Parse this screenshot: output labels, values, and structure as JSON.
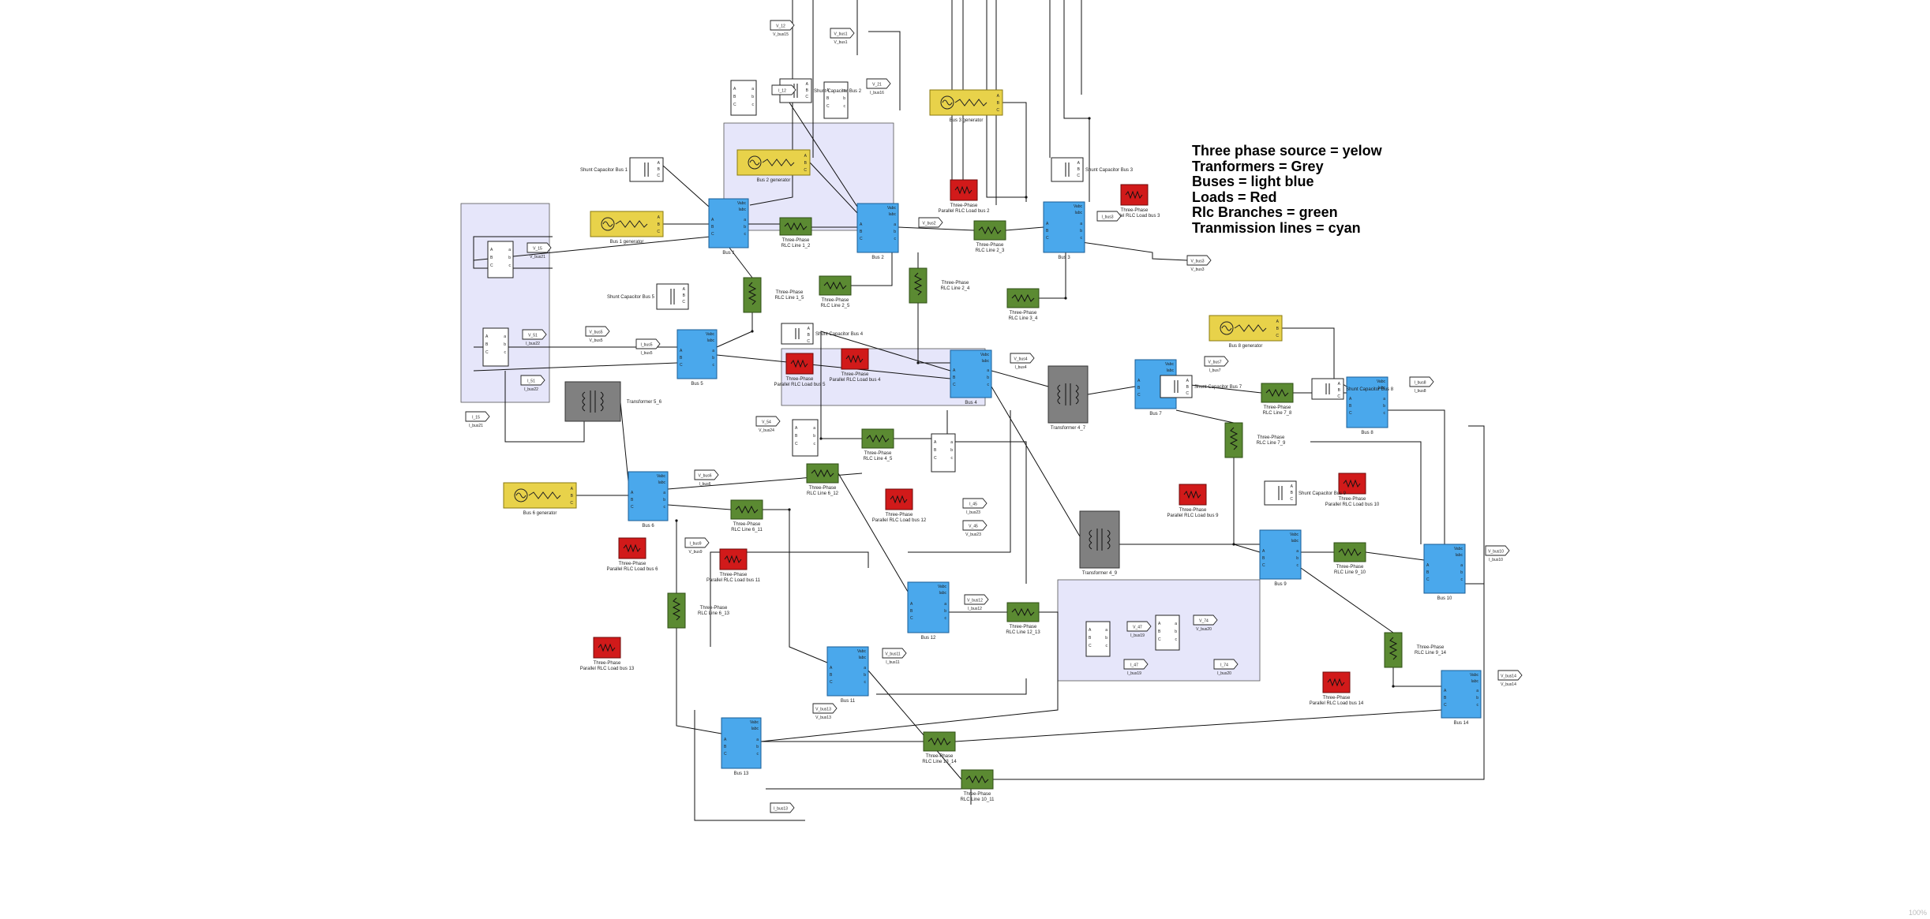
{
  "legend": [
    "Three phase source = yelow",
    "Tranformers = Grey",
    "Buses = light blue",
    "Loads = Red",
    "Rlc Branches =  green",
    "Tranmission lines = cyan"
  ],
  "colors": {
    "source": "#e8d24a",
    "transformer": "#808080",
    "bus": "#4aa8ec",
    "load": "#d11a1a",
    "branch": "#5b8a32",
    "subsystem_area": "#e6e6fa",
    "wire": "#111111"
  },
  "icons": {
    "source": "ac-source-icon",
    "transformer": "transformer-coils-icon",
    "load": "rlc-load-icon",
    "branch": "rlc-branch-icon",
    "capacitor": "capacitor-icon"
  },
  "areas": [
    {
      "name": "area-bus1"
    },
    {
      "name": "area-bus2"
    },
    {
      "name": "area-bus4"
    },
    {
      "name": "area-bus12"
    }
  ],
  "buses": [
    {
      "label": "Bus 1",
      "ports": [
        "Vabc",
        "Iabc"
      ]
    },
    {
      "label": "Bus 2",
      "ports": [
        "Vabc",
        "Iabc"
      ]
    },
    {
      "label": "Bus 3",
      "ports": [
        "Vabc",
        "Iabc"
      ]
    },
    {
      "label": "Bus 4",
      "ports": [
        "Vabc",
        "Iabc"
      ]
    },
    {
      "label": "Bus 5",
      "ports": [
        "Vabc",
        "Iabc"
      ]
    },
    {
      "label": "Bus 6",
      "ports": [
        "Vabc",
        "Iabc"
      ]
    },
    {
      "label": "Bus 7",
      "ports": [
        "Vabc",
        "Iabc"
      ]
    },
    {
      "label": "Bus 8",
      "ports": [
        "Vabc",
        "Iabc"
      ]
    },
    {
      "label": "Bus 9",
      "ports": [
        "Vabc",
        "Iabc"
      ]
    },
    {
      "label": "Bus 10",
      "ports": [
        "Vabc",
        "Iabc"
      ]
    },
    {
      "label": "Bus 11",
      "ports": [
        "Vabc",
        "Iabc"
      ]
    },
    {
      "label": "Bus 12",
      "ports": [
        "Vabc",
        "Iabc"
      ]
    },
    {
      "label": "Bus 13",
      "ports": [
        "Vabc",
        "Iabc"
      ]
    },
    {
      "label": "Bus 14",
      "ports": [
        "Vabc",
        "Iabc"
      ]
    }
  ],
  "generators": [
    {
      "label": "Bus 1 generator"
    },
    {
      "label": "Bus 2 generator"
    },
    {
      "label": "Bus 3 generator"
    },
    {
      "label": "Bus 6  generator"
    },
    {
      "label": "Bus 8  generator"
    }
  ],
  "branches": [
    {
      "label1": "Three-Phase",
      "label2": "RLC Line 1_2"
    },
    {
      "label1": "Three-Phase",
      "label2": "RLC Line 1_5"
    },
    {
      "label1": "Three-Phase",
      "label2": "RLC Line 2_5"
    },
    {
      "label1": "Three-Phase",
      "label2": "RLC Line 2_4"
    },
    {
      "label1": "Three-Phase",
      "label2": "RLC Line 2_3"
    },
    {
      "label1": "Three-Phase",
      "label2": "RLC Line 3_4"
    },
    {
      "label1": "Three-Phase",
      "label2": "RLC Line 4_5"
    },
    {
      "label1": "Three-Phase",
      "label2": "RLC Line 6_12"
    },
    {
      "label1": "Three-Phase",
      "label2": "RLC Line 6_11"
    },
    {
      "label1": "Three-Phase",
      "label2": "RLC Line 6_13"
    },
    {
      "label1": "Three-Phase",
      "label2": "RLC Line 7_8"
    },
    {
      "label1": "Three-Phase",
      "label2": "RLC Line 7_9"
    },
    {
      "label1": "Three-Phase",
      "label2": "RLC Line 9_10"
    },
    {
      "label1": "Three-Phase",
      "label2": "RLC Line 9_14"
    },
    {
      "label1": "Three-Phase",
      "label2": "RLC Line 12_13"
    },
    {
      "label1": "Three-Phase",
      "label2": "RLC Line 13_14"
    },
    {
      "label1": "Three-Phase",
      "label2": "RLC Line 10_11"
    }
  ],
  "loads": [
    {
      "label1": "Three-Phase",
      "label2": "Parallel RLC Load bus 2"
    },
    {
      "label1": "Three-Phase",
      "label2": "Parallel RLC Load bus 3"
    },
    {
      "label1": "Three-Phase",
      "label2": "Parallel RLC Load bus 5"
    },
    {
      "label1": "Three-Phase",
      "label2": "Parallel RLC Load bus 4"
    },
    {
      "label1": "Three-Phase",
      "label2": "Parallel RLC Load bus 12"
    },
    {
      "label1": "Three-Phase",
      "label2": "Parallel RLC Load bus 6"
    },
    {
      "label1": "Three-Phase",
      "label2": "Parallel RLC Load bus 11"
    },
    {
      "label1": "Three-Phase",
      "label2": "Parallel RLC Load bus 13"
    },
    {
      "label1": "Three-Phase",
      "label2": "Parallel RLC Load bus 9"
    },
    {
      "label1": "Three-Phase",
      "label2": "Parallel RLC Load bus 10"
    },
    {
      "label1": "Three-Phase",
      "label2": "Parallel RLC Load bus 14"
    }
  ],
  "transformers": [
    {
      "label": "Transformer 5_6"
    },
    {
      "label": "Transformer 4_7"
    },
    {
      "label": "Transformer 4_9"
    }
  ],
  "capacitors": [
    {
      "label": "Shunt Capacitor Bus 1"
    },
    {
      "label": "Shunt Capacitor Bus 2"
    },
    {
      "label": "Shunt Capacitor Bus 3"
    },
    {
      "label": "Shunt Capacitor Bus 5"
    },
    {
      "label": "Shunt Capacitor Bus 4"
    },
    {
      "label": "Shunt Capacitor Bus 7"
    },
    {
      "label": "Shunt Capacitor Bus 8"
    },
    {
      "label": "Shunt Capacitor Bus 9"
    }
  ],
  "gotos": [
    {
      "tag": "V_12",
      "sub": "V_bus15"
    },
    {
      "tag": "V_bus1",
      "sub": "V_bus1"
    },
    {
      "tag": "I_12",
      "sub": ""
    },
    {
      "tag": "V_21",
      "sub": "I_bus16"
    },
    {
      "tag": "V_15",
      "sub": "V_bus21"
    },
    {
      "tag": "V_51",
      "sub": "I_bus22"
    },
    {
      "tag": "I_51",
      "sub": "I_bus22"
    },
    {
      "tag": "I_15",
      "sub": "I_bus21"
    },
    {
      "tag": "I_bus5",
      "sub": "I_bus5"
    },
    {
      "tag": "V_bus5",
      "sub": "V_bus5"
    },
    {
      "tag": "V_bus2",
      "sub": ""
    },
    {
      "tag": "V_bus3",
      "sub": "V_bus3"
    },
    {
      "tag": "V_bus4",
      "sub": "I_bus4"
    },
    {
      "tag": "V_bus7",
      "sub": "I_bus7"
    },
    {
      "tag": "I_bus8",
      "sub": "I_bus8"
    },
    {
      "tag": "V_54",
      "sub": "V_bus24"
    },
    {
      "tag": "V_bus6",
      "sub": "I_bus6"
    },
    {
      "tag": "I_bus9",
      "sub": "V_bus9"
    },
    {
      "tag": "I_45",
      "sub": "I_bus23"
    },
    {
      "tag": "V_45",
      "sub": "V_bus23"
    },
    {
      "tag": "V_bus12",
      "sub": "I_bus12"
    },
    {
      "tag": "V_bus11",
      "sub": "I_bus11"
    },
    {
      "tag": "V_bus13",
      "sub": "V_bus13"
    },
    {
      "tag": "I_bus13",
      "sub": ""
    },
    {
      "tag": "V_47",
      "sub": "I_bus19"
    },
    {
      "tag": "V_74",
      "sub": "V_bus20"
    },
    {
      "tag": "I_47",
      "sub": "I_bus19"
    },
    {
      "tag": "I_74",
      "sub": "I_bus20"
    },
    {
      "tag": "V_bus10",
      "sub": "I_bus10"
    },
    {
      "tag": "V_bus14",
      "sub": "V_bus14"
    },
    {
      "tag": "I_bus3",
      "sub": ""
    }
  ],
  "corner_text": "100%"
}
